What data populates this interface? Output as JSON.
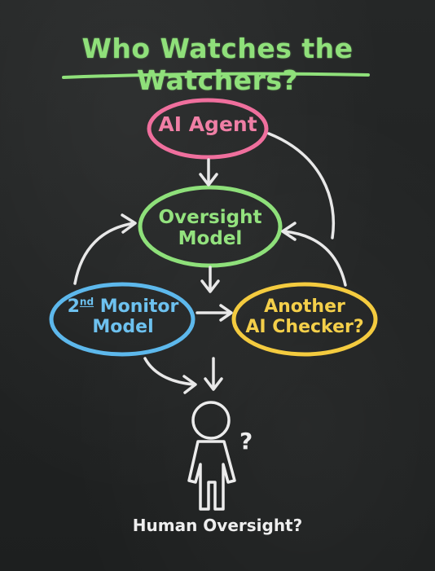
{
  "title": "Who Watches the Watchers?",
  "nodes": {
    "ai_agent": "AI Agent",
    "oversight_line1": "Oversight",
    "oversight_line2": "Model",
    "monitor_line1_pre": "2",
    "monitor_line1_sup": "nd",
    "monitor_line1_post": " Monitor",
    "monitor_line2": "Model",
    "checker_line1": "Another",
    "checker_line2": "AI Checker?",
    "human": "Human Oversight?"
  },
  "human_question_mark": "?",
  "colors": {
    "title": "#8fe07a",
    "ai_agent": "#ef6f9d",
    "oversight": "#8ee07a",
    "monitor": "#5db8ec",
    "checker": "#f4cb3f",
    "chalk": "#e8e8e8"
  }
}
